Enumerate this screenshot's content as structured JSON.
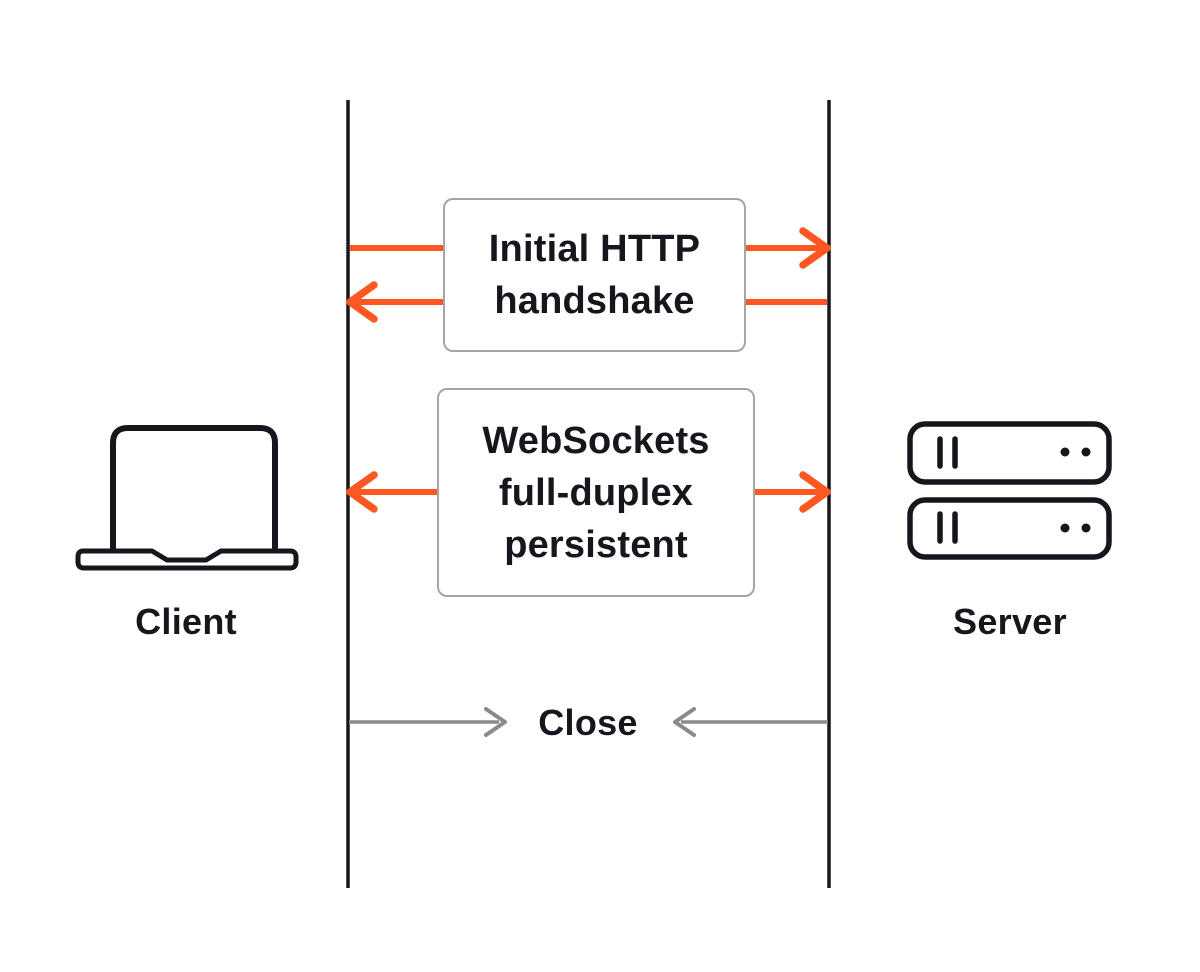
{
  "diagram": {
    "client": {
      "label": "Client",
      "icon": "laptop-icon"
    },
    "server": {
      "label": "Server",
      "icon": "server-rack-icon"
    },
    "flows": [
      {
        "id": "http-handshake",
        "lines": [
          "Initial HTTP",
          "handshake"
        ],
        "arrows": [
          "client-to-server",
          "server-to-client"
        ],
        "arrow_color": "#FF5722"
      },
      {
        "id": "websockets-duplex",
        "lines": [
          "WebSockets",
          "full-duplex",
          "persistent"
        ],
        "arrows": [
          "bidirectional"
        ],
        "arrow_color": "#FF5722"
      },
      {
        "id": "close",
        "label": "Close",
        "arrows": [
          "inward-from-both-sides"
        ],
        "arrow_color": "#8A8A8A"
      }
    ],
    "colors": {
      "accent_orange": "#FF5722",
      "close_gray": "#8A8A8A",
      "ink": "#16161D",
      "box_border": "#A5A5A5",
      "background": "#FFFFFF"
    }
  }
}
